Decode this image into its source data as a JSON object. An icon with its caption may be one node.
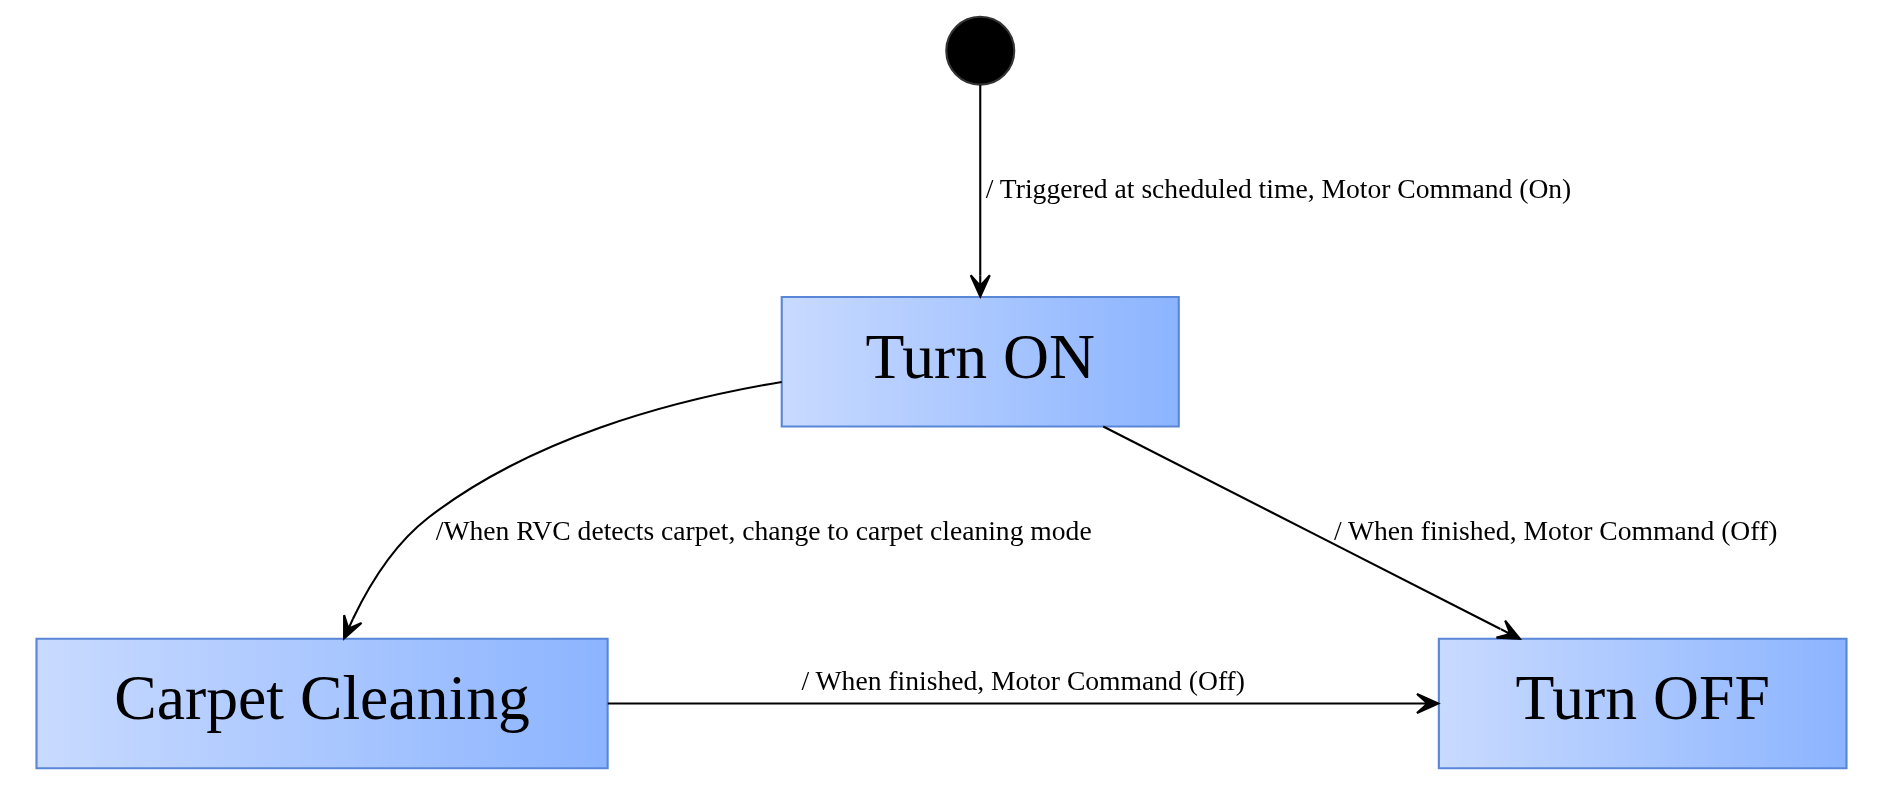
{
  "diagram": {
    "nodes": [
      {
        "text": [],
        "shape": "circle"
      },
      {
        "text": [
          "Turn ON"
        ]
      },
      {
        "text": [
          "Carpet Cleaning"
        ]
      },
      {
        "text": [
          "Turn OFF"
        ]
      }
    ],
    "edges": [
      {
        "from": 0,
        "to": 1,
        "arrow": "to",
        "label": "/ Triggered at scheduled time, Motor Command (On)"
      },
      {
        "from": 1,
        "to": 2,
        "arrow": "to",
        "label": "/When RVC detects carpet, change to carpet cleaning mode"
      },
      {
        "from": 1,
        "to": 3,
        "arrow": "to",
        "label": "/ When finished, Motor Command (Off)"
      },
      {
        "from": 2,
        "to": 3,
        "arrow": "to",
        "label": "/ When finished, Motor Command (Off)"
      }
    ]
  }
}
